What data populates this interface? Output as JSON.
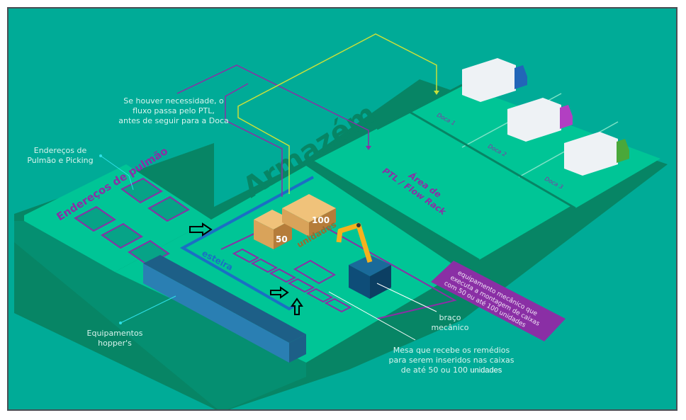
{
  "diagram": {
    "title": "Armazém",
    "colors": {
      "background": "#00ab97",
      "floor": "#00c596",
      "floor_border": "#078565",
      "accent_purple": "#8a2fa5",
      "accent_yellow": "#c9e03a",
      "conveyor_blue": "#1a6fc4",
      "hopper_blue": "#2a7fb3",
      "box_tan": "#d9a35a",
      "arm_yellow": "#f5b21e",
      "truck_blue": "#2266b8",
      "truck_purple": "#b23fc2",
      "truck_green": "#4aa83a"
    },
    "zones": {
      "buffer": "Endereços de pulmão",
      "ptl": {
        "line1": "Área de",
        "line2": "PTL / Flow Rack"
      },
      "conveyor": "esteira",
      "docks": [
        "Doca 1",
        "Doca 2",
        "Doca 3"
      ]
    },
    "boxes": [
      {
        "label": "50"
      },
      {
        "label": "100"
      }
    ],
    "boxes_caption": "unidades",
    "callouts": {
      "ptl_flow": [
        "Se houver necessidade, o",
        "fluxo passa pelo PTL,",
        "antes de seguir para a Doca"
      ],
      "buffer_picking": [
        "Endereços de",
        "Pulmão e Picking"
      ],
      "hoppers": [
        "Equipamentos",
        "hopper's"
      ],
      "robot_arm": [
        "braço",
        "mecânico"
      ],
      "table": {
        "line1": "Mesa que recebe os remédios",
        "line2": "para serem inseridos nas caixas",
        "line3_prefix": "de até 50 ou 100",
        "line3_suffix": "unidades"
      },
      "banner": [
        "equipamento mecânico que",
        "executa a montagem de caixas",
        "com 50 ou até 100 unidades"
      ]
    }
  }
}
